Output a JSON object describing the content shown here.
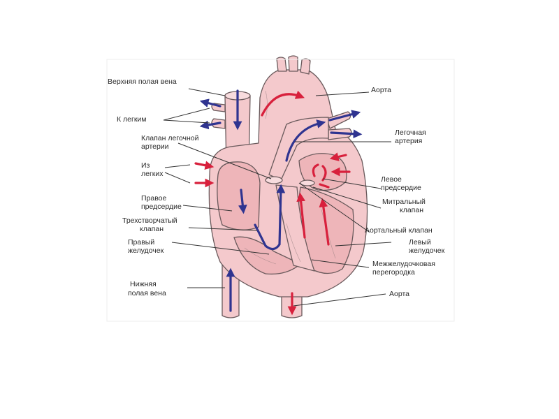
{
  "labels": {
    "svc": "Верхняя полая вена",
    "to_lungs": "К легким",
    "pulm_valve_1": "Клапан легочной",
    "pulm_valve_2": "артерии",
    "from_lungs_1": "Из",
    "from_lungs_2": "легких",
    "right_atrium_1": "Правое",
    "right_atrium_2": "предсердие",
    "tricuspid_1": "Трехстворчатый",
    "tricuspid_2": "клапан",
    "right_ventricle_1": "Правый",
    "right_ventricle_2": "желудочек",
    "ivc_1": "Нижняя",
    "ivc_2": "полая вена",
    "aorta_top": "Аорта",
    "pulm_artery_1": "Легочная",
    "pulm_artery_2": "артерия",
    "left_atrium_1": "Левое",
    "left_atrium_2": "предсердие",
    "mitral_1": "Митральный",
    "mitral_2": "клапан",
    "aortic_valve": "Аортальный клапан",
    "left_ventricle_1": "Левый",
    "left_ventricle_2": "желудочек",
    "septum_1": "Межжелудочковая",
    "septum_2": "перегородка",
    "aorta_bottom": "Аорта"
  },
  "colors": {
    "tissue": "#f4c9cc",
    "tissue_dark": "#e8a9ae",
    "chamber": "#eeb5b9",
    "outline": "#6a5a5c",
    "deoxygenated": "#2f3490",
    "oxygenated": "#d8203c",
    "leader": "#333333"
  }
}
